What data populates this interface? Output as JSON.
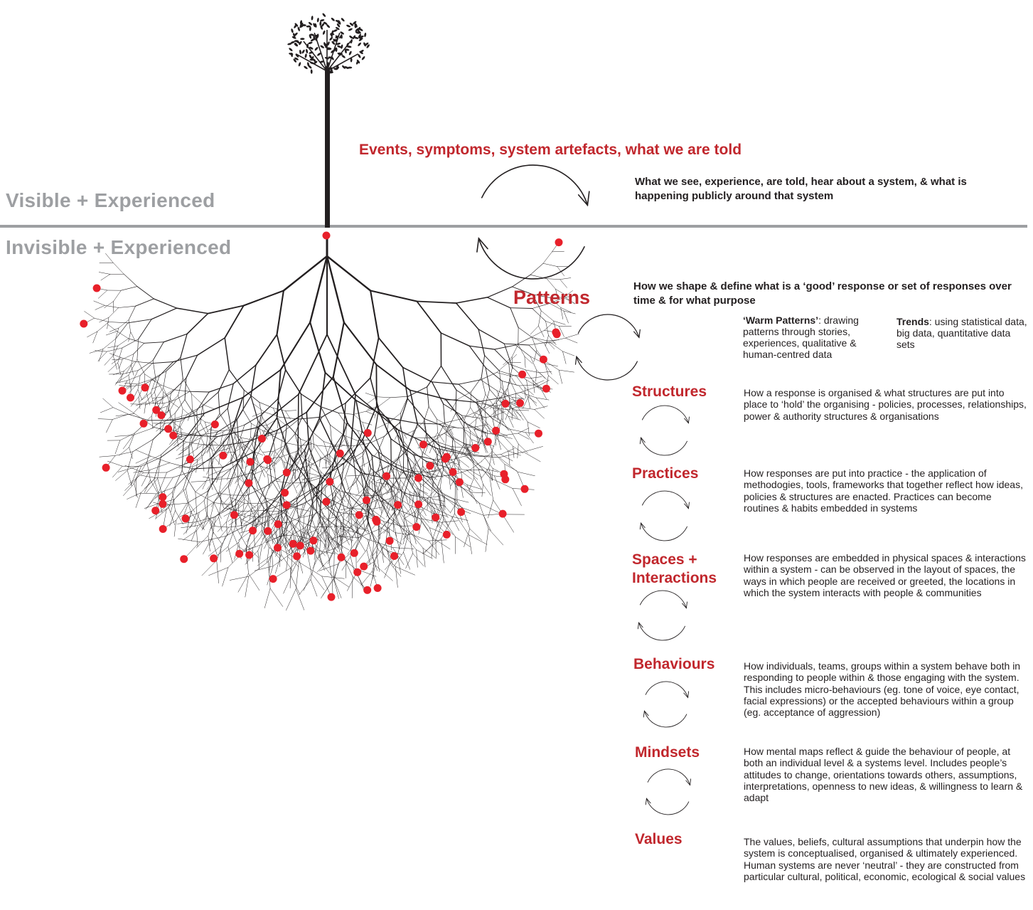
{
  "zones": {
    "visible": "Visible + Experienced",
    "invisible": "Invisible + Experienced"
  },
  "events": {
    "headline": "Events, symptoms, system artefacts, what we are told",
    "description": "What we see, experience, are told, hear about a system, & what is happening publicly around that system"
  },
  "patterns": {
    "label": "Patterns",
    "description": "How we shape & define what is a ‘good’ response or set of responses over time & for what purpose",
    "warm_title": "‘Warm Patterns’",
    "warm_text": ": drawing patterns through stories, experiences, qualitative & human-centred data",
    "trends_title": "Trends",
    "trends_text": ": using statistical data, big data, quantitative data sets"
  },
  "layers": [
    {
      "label": "Structures",
      "description": "How a response is organised & what structures are put into place to ‘hold’ the organising - policies, processes, relationships, power & authority structures & organisations"
    },
    {
      "label": "Practices",
      "description": "How responses are put into practice - the application of methodogies, tools, frameworks that together reflect how ideas, policies & structures are enacted.  Practices can become routines & habits embedded in systems"
    },
    {
      "label": "Spaces + Interactions",
      "description": "How responses are embedded in physical spaces & interactions within a system - can be observed in the layout of spaces, the ways in which people are received or greeted, the locations in which the system interacts with people & communities"
    },
    {
      "label": "Behaviours",
      "description": "How individuals, teams, groups within a system behave both in responding to people within & those engaging with the system.  This includes micro-behaviours (eg. tone of voice, eye contact, facial expressions) or the accepted behaviours within a group (eg. acceptance of aggression)"
    },
    {
      "label": "Mindsets",
      "description": "How mental maps reflect & guide the behaviour of people, at both an individual level & a systems level. Includes people’s attitudes to change, orientations towards others, assumptions, interpretations, openness to new ideas, & willingness to learn & adapt"
    },
    {
      "label": "Values",
      "description": "The values, beliefs, cultural assumptions that underpin how the system is conceptualised, organised & ultimately experienced. Human systems are never ‘neutral’ - they are constructed from particular cultural, political, economic, ecological & social values"
    }
  ],
  "colors": {
    "accent_red": "#c1272d",
    "node_red": "#e8202a",
    "zone_grey": "#9d9fa2",
    "ink": "#231f20"
  },
  "icons": [
    "tree-icon",
    "root-system-icon",
    "cycle-arrows-icon"
  ]
}
